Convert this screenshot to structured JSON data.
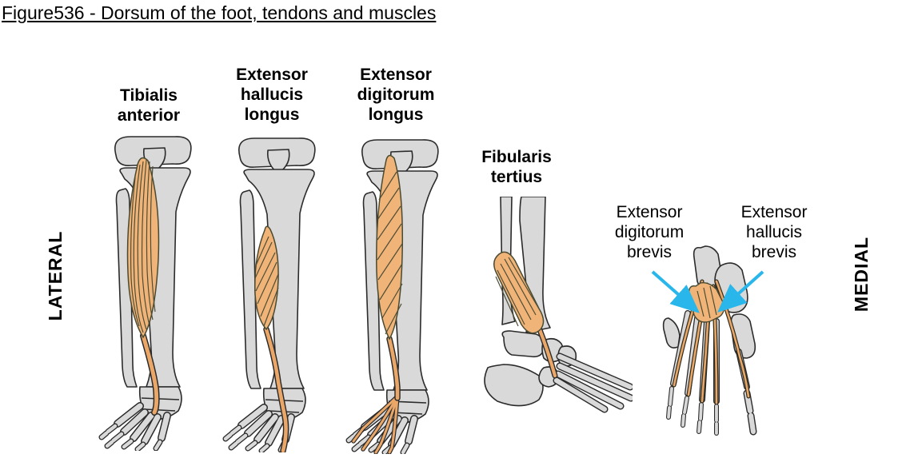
{
  "figure_title": "Figure536 - Dorsum of the foot, tendons and muscles",
  "orientation": {
    "lateral": "LATERAL",
    "medial": "MEDIAL"
  },
  "muscle_labels": {
    "tibialis_anterior": "Tibialis\nanterior",
    "extensor_hallucis_longus": "Extensor\nhallucis\nlongus",
    "extensor_digitorum_longus": "Extensor\ndigitorum\nlongus",
    "fibularis_tertius": "Fibularis\ntertius",
    "extensor_digitorum_brevis": "Extensor\ndigitorum\nbrevis",
    "extensor_hallucis_brevis": "Extensor\nhallucis\nbrevis"
  },
  "colors": {
    "muscle_fill": "#f0b478",
    "tendon": "#eba768",
    "bone_fill": "#d9d9d9",
    "outline": "#2b2b2b",
    "striation": "#4f4d36",
    "arrow": "#29b6ea",
    "text": "#000000"
  }
}
